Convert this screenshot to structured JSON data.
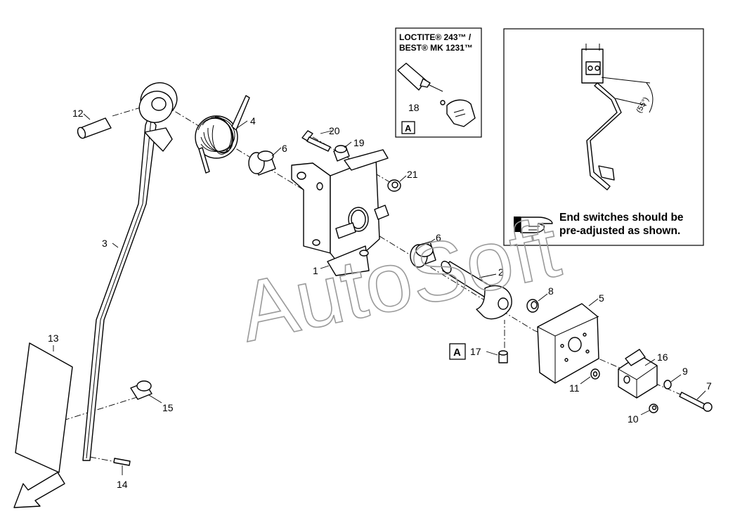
{
  "labels": {
    "p1": "1",
    "p2": "2",
    "p3": "3",
    "p4": "4",
    "p5": "5",
    "p6a": "6",
    "p6b": "6",
    "p7": "7",
    "p8": "8",
    "p9": "9",
    "p10": "10",
    "p11": "11",
    "p12": "12",
    "p13": "13",
    "p14": "14",
    "p15": "15",
    "p16": "16",
    "p17": "17",
    "p18": "18",
    "p19": "19",
    "p20": "20",
    "p21": "21"
  },
  "loctite": {
    "line1": "LOCTITE® 243™ /",
    "line2": "BEST® MK 1231™",
    "tag": "A"
  },
  "tag17": "A",
  "inset": {
    "angle": "(55°)",
    "note_line1": "End switches should be",
    "note_line2": "pre-adjusted as shown."
  },
  "watermark": "AutoSoft",
  "icons": [
    "pointing-hand-icon",
    "front-direction-arrow-icon",
    "glue-bottle-icon"
  ]
}
